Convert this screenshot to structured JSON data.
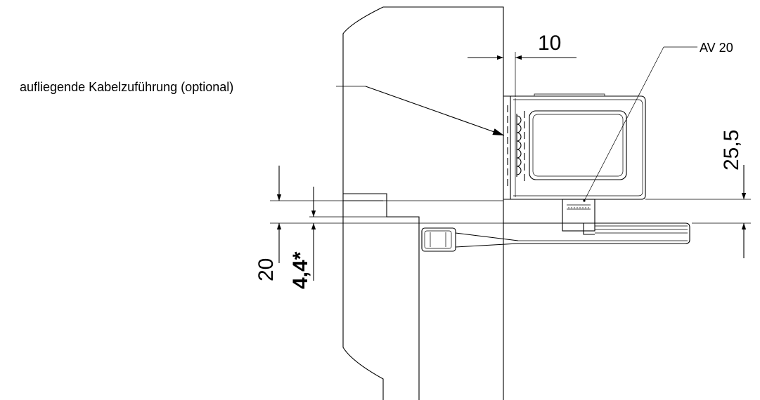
{
  "labels": {
    "cable_feed": "aufliegende Kabelzuführung (optional)",
    "model": "AV 20"
  },
  "dimensions": {
    "gap_top": "10",
    "height_right": "25,5",
    "left_outer": "20",
    "left_inner": "4,4*"
  }
}
